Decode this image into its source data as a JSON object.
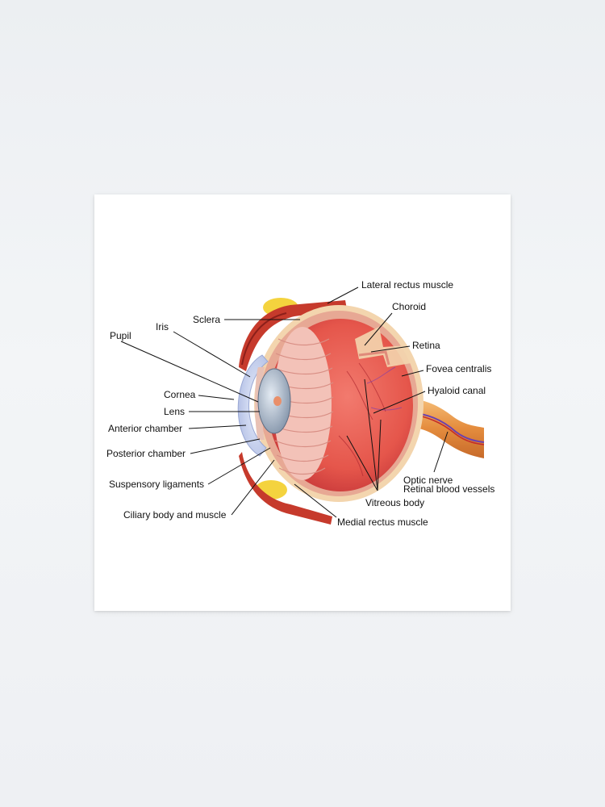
{
  "labels": {
    "lateral_rectus": "Lateral rectus muscle",
    "choroid": "Choroid",
    "sclera": "Sclera",
    "iris": "Iris",
    "pupil": "Pupil",
    "retina": "Retina",
    "fovea": "Fovea centralis",
    "hyaloid": "Hyaloid canal",
    "cornea": "Cornea",
    "lens": "Lens",
    "anterior_chamber": "Anterior chamber",
    "posterior_chamber": "Posterior chamber",
    "suspensory": "Suspensory ligaments",
    "ciliary": "Ciliary body and muscle",
    "optic_nerve": "Optic nerve",
    "retinal_vessels": "Retinal blood vessels",
    "vitreous": "Vitreous body",
    "medial_rectus": "Medial rectus muscle"
  },
  "colors": {
    "sclera": "#f3d5ae",
    "eye_interior": "#e8574e",
    "muscle": "#c83a2c",
    "lens": "#9fb0c4",
    "cornea": "#c9d4f0",
    "ciliary": "#f2b8b0",
    "fat": "#f3d23d",
    "optic_nerve": "#e69a45"
  }
}
